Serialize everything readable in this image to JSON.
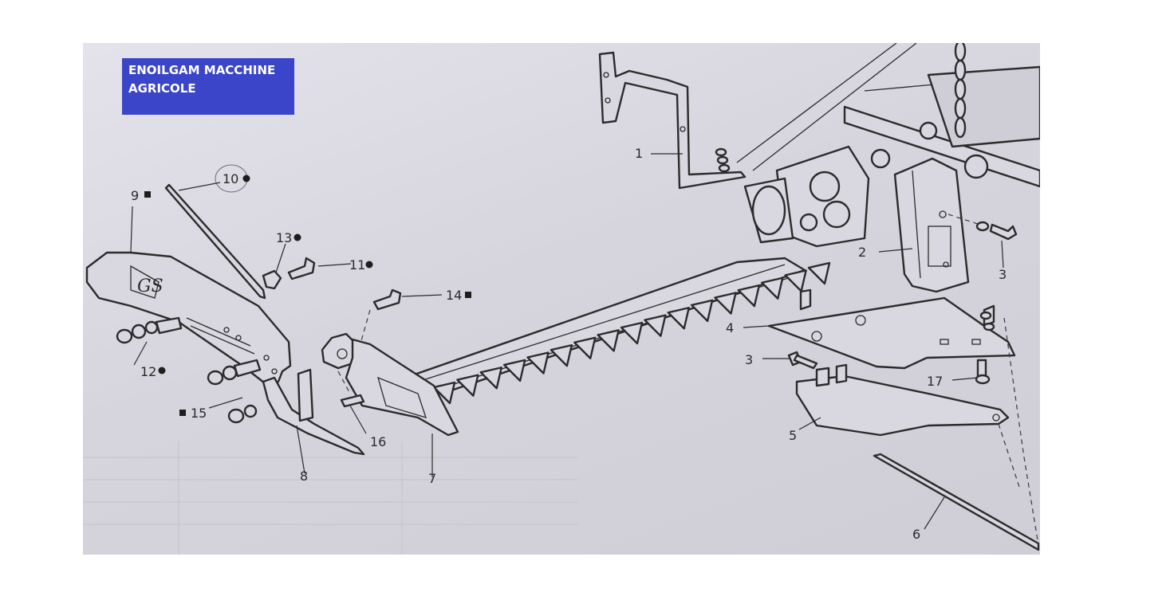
{
  "banner": {
    "line1": "ENOILGAM MACCHINE",
    "line2": "AGRICOLE"
  },
  "diagram": {
    "parts": [
      {
        "id": "p1",
        "label": "1",
        "marker": ""
      },
      {
        "id": "p2",
        "label": "2",
        "marker": ""
      },
      {
        "id": "p3a",
        "label": "3",
        "marker": ""
      },
      {
        "id": "p3b",
        "label": "3",
        "marker": ""
      },
      {
        "id": "p4",
        "label": "4",
        "marker": ""
      },
      {
        "id": "p5",
        "label": "5",
        "marker": ""
      },
      {
        "id": "p6",
        "label": "6",
        "marker": ""
      },
      {
        "id": "p7",
        "label": "7",
        "marker": ""
      },
      {
        "id": "p8",
        "label": "8",
        "marker": ""
      },
      {
        "id": "p9",
        "label": "9",
        "marker": "square"
      },
      {
        "id": "p10",
        "label": "10",
        "marker": "circle"
      },
      {
        "id": "p11",
        "label": "11",
        "marker": "circle"
      },
      {
        "id": "p12",
        "label": "12",
        "marker": "circle"
      },
      {
        "id": "p13",
        "label": "13",
        "marker": "circle"
      },
      {
        "id": "p14",
        "label": "14",
        "marker": "square"
      },
      {
        "id": "p15",
        "label": "15",
        "marker": "square"
      },
      {
        "id": "p16",
        "label": "16",
        "marker": ""
      },
      {
        "id": "p17",
        "label": "17",
        "marker": ""
      }
    ]
  }
}
